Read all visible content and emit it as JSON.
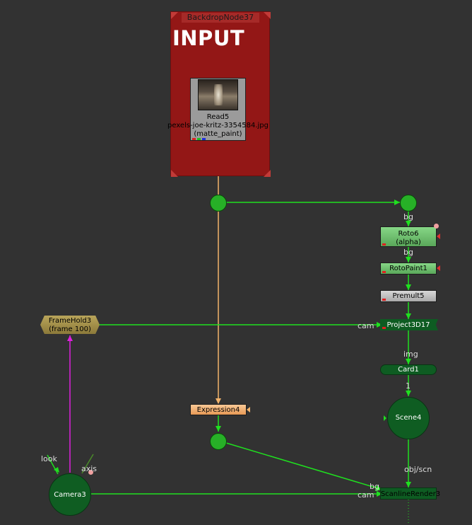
{
  "backdrop": {
    "title": "BackdropNode37",
    "label": "INPUT",
    "color": "#931716"
  },
  "nodes": {
    "read": {
      "name": "Read5",
      "file": "pexels-joe-kritz-3354584.jpg",
      "extra": "(matte_paint)"
    },
    "roto": {
      "name": "Roto6",
      "extra": "(alpha)"
    },
    "rotopaint": {
      "name": "RotoPaint1"
    },
    "premult": {
      "name": "Premult5"
    },
    "project3d": {
      "name": "Project3D17"
    },
    "card": {
      "name": "Card1"
    },
    "scene": {
      "name": "Scene4"
    },
    "scanline": {
      "name": "ScanlineRender3"
    },
    "framehold": {
      "name": "FrameHold3",
      "extra": "(frame 100)"
    },
    "camera": {
      "name": "Camera3"
    },
    "expression": {
      "name": "Expression4"
    }
  },
  "wire_labels": {
    "bg_top": "bg",
    "bg_roto": "bg",
    "cam_project": "cam",
    "img": "img",
    "one": "1",
    "look": "look",
    "axis": "axis",
    "obj_scn": "obj/scn",
    "bg_scan": "bg",
    "cam_scan": "cam"
  },
  "colors": {
    "canvas": "#323232",
    "wire_green": "#1fe01f",
    "wire_orange": "#f2b36b",
    "wire_magenta": "#e01fe0"
  }
}
